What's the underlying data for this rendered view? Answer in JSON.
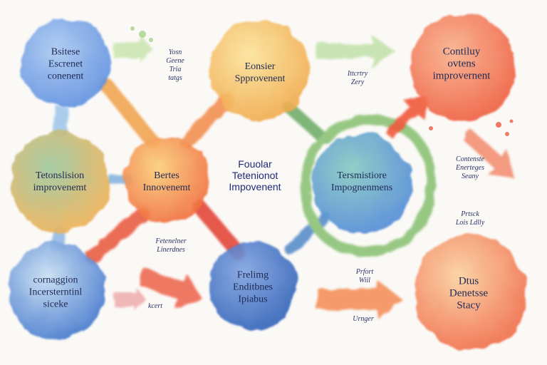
{
  "center": {
    "title": "Fouolar\nTetenionot\nImpovenent"
  },
  "nodes": [
    {
      "id": "n1",
      "label": "Bsitese\nEscrenet\nconenent",
      "c1": "#5b8ee0",
      "c2": "#aac8f2"
    },
    {
      "id": "n2",
      "label": "Eonsier\nSpprovenent",
      "c1": "#f0a84a",
      "c2": "#fbe39a"
    },
    {
      "id": "n3",
      "label": "Contiluy\novtens\nimprovernent",
      "c1": "#ef5a3c",
      "c2": "#f8b08c"
    },
    {
      "id": "n4",
      "label": "Tetonslision\nimprovenemt",
      "c1": "#f0b054",
      "c2": "#9cc8a0"
    },
    {
      "id": "n5",
      "label": "Bertes\nInnovenemt",
      "c1": "#f06a3a",
      "c2": "#fbcf7a"
    },
    {
      "id": "n6",
      "label": "Tersmistiore\nImpognenmens",
      "c1": "#4f88d8",
      "c2": "#86c9c3"
    },
    {
      "id": "n7",
      "label": "cornaggion\nIncersterntinl\nsiceke",
      "c1": "#3d74cc",
      "c2": "#c9dff4"
    },
    {
      "id": "n8",
      "label": "Frelimg\nEnditbnes\nIpiabus",
      "c1": "#2d5fb8",
      "c2": "#7ea2e0"
    },
    {
      "id": "n9",
      "label": "Dtus\nDenetsse\nStacy",
      "c1": "#f06a48",
      "c2": "#fbd0a0"
    }
  ],
  "notes": [
    {
      "id": "a1",
      "text": "Yosn\nGeene\nTria\ntatgs"
    },
    {
      "id": "a2",
      "text": "Ittcrtry\nZery"
    },
    {
      "id": "a3",
      "text": "Contenste\nEnerteges\nSeany"
    },
    {
      "id": "a4",
      "text": "Prtsck\nLois Ldlly"
    },
    {
      "id": "a5",
      "text": "Fetenelner\nLinerdnes"
    },
    {
      "id": "a6",
      "text": "Prfort\nWiil"
    },
    {
      "id": "a7",
      "text": "kcert"
    },
    {
      "id": "a8",
      "text": "Urnger"
    }
  ],
  "colors": {
    "navy": "#1f2a55",
    "red": "#e8563c",
    "green": "#7cbf5a",
    "orange": "#f0943e"
  }
}
